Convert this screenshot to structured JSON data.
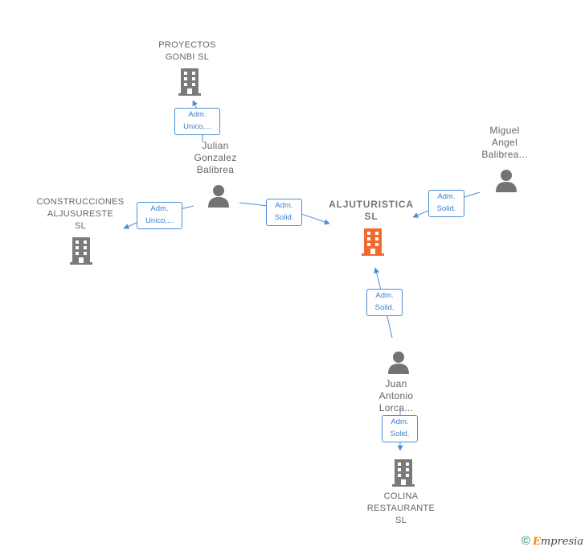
{
  "nodes": {
    "proyectos_gonbi": {
      "label": "PROYECTOS\nGONBI SL",
      "type": "company"
    },
    "julian": {
      "label": "Julian\nGonzalez\nBalibrea",
      "type": "person"
    },
    "construcciones": {
      "label": "CONSTRUCCIONES\nALJUSURESTE\nSL",
      "type": "company"
    },
    "aljuturistica": {
      "label": "ALJUTURISTICA\nSL",
      "type": "main-company"
    },
    "miguel": {
      "label": "Miguel\nAngel\nBalibrea...",
      "type": "person"
    },
    "juan": {
      "label": "Juan\nAntonio\nLorca...",
      "type": "person"
    },
    "colina": {
      "label": "COLINA\nRESTAURANTE\nSL",
      "type": "company"
    }
  },
  "edges": [
    {
      "id": "e1",
      "from": "julian",
      "to": "proyectos_gonbi",
      "label": "Adm.\nUnico,..."
    },
    {
      "id": "e2",
      "from": "julian",
      "to": "construcciones",
      "label": "Adm.\nUnico,..."
    },
    {
      "id": "e3",
      "from": "julian",
      "to": "aljuturistica",
      "label": "Adm.\nSolid."
    },
    {
      "id": "e4",
      "from": "miguel",
      "to": "aljuturistica",
      "label": "Adm.\nSolid."
    },
    {
      "id": "e5",
      "from": "juan",
      "to": "aljuturistica",
      "label": "Adm.\nSolid."
    },
    {
      "id": "e6",
      "from": "juan",
      "to": "colina",
      "label": "Adm.\nSolid."
    }
  ],
  "colors": {
    "edge": "#4a8fd8",
    "company_icon": "#7a7a7a",
    "main_icon": "#f26a2e",
    "person_icon": "#737373"
  },
  "footer": {
    "copyright": "©",
    "brand_first": "E",
    "brand_rest": "mpresia"
  }
}
